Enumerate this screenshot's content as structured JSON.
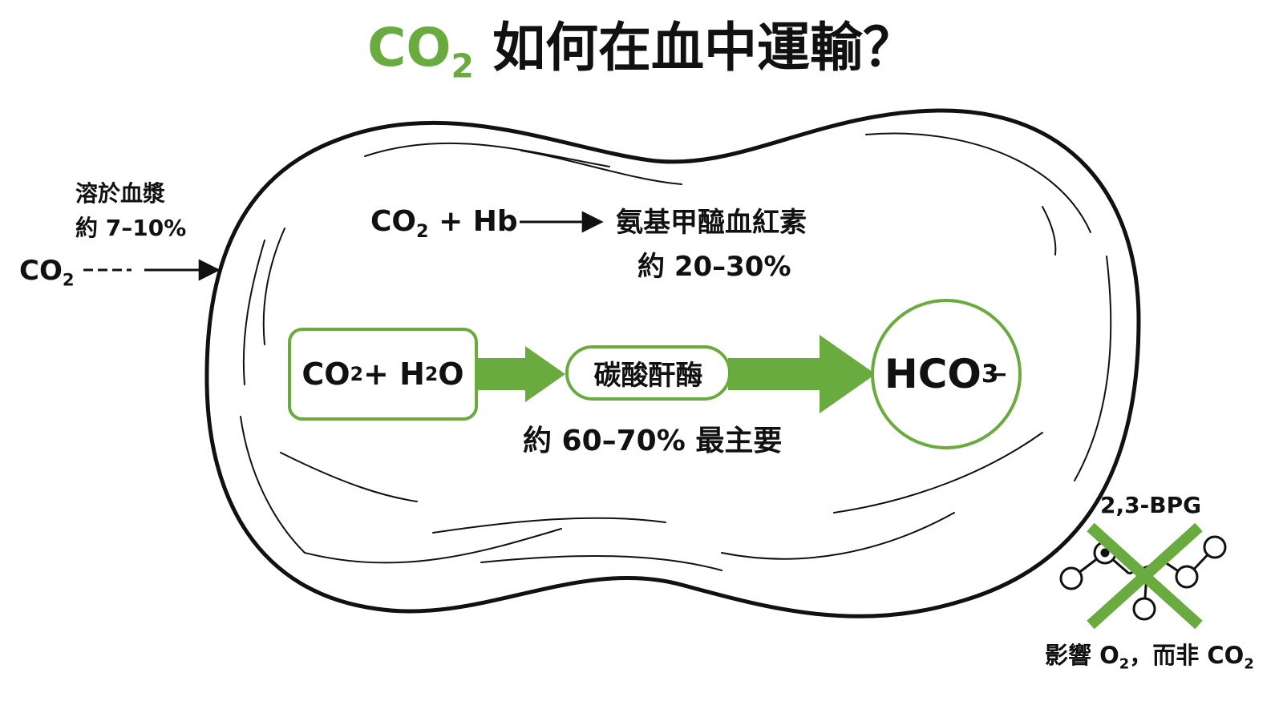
{
  "colors": {
    "accent": "#6aab3f",
    "ink": "#111111"
  },
  "title": {
    "co": "CO",
    "sub": "2",
    "rest": " 如何在血中運輸？"
  },
  "plasma": {
    "label": "溶於血漿",
    "percent": "約 7–10%",
    "co": "CO",
    "sub": "2"
  },
  "hb": {
    "co": "CO",
    "sub": "2",
    "plus": " + Hb",
    "product": "氨基甲醯血紅素",
    "percent": "約 20–30%"
  },
  "bicarbonate": {
    "co": "CO",
    "sub1": "2",
    "mid": " + H",
    "sub2": "2",
    "o": "O",
    "enzyme": "碳酸酐酶",
    "product": "HCO",
    "product_sub": "3",
    "product_sup": "−",
    "percent": "約 60–70% 最主要"
  },
  "bpg": {
    "label": "2,3-BPG",
    "note_a": "影響 O",
    "note_sub1": "2",
    "note_b": "，而非 CO",
    "note_sub2": "2"
  }
}
